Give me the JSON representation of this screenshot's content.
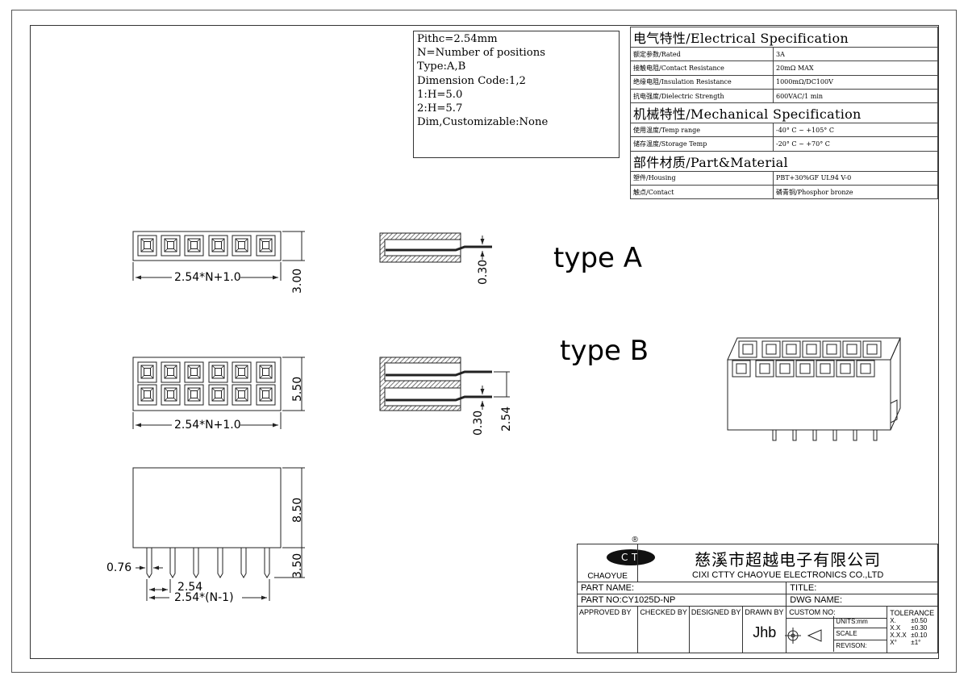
{
  "notes": [
    "Pithc=2.54mm",
    "N=Number of positions",
    "Type:A,B",
    "Dimension Code:1,2",
    "1:H=5.0",
    "2:H=5.7",
    "Dim,Customizable:None"
  ],
  "spec": {
    "electrical_title": "电气特性/Electrical Specification",
    "electrical_rows": [
      {
        "label": "额定参数/Rated",
        "value": "3A"
      },
      {
        "label": "接触电阻/Contact Resistance",
        "value": "20mΩ MAX"
      },
      {
        "label": "绝缘电阻/Insulation Resistance",
        "value": "1000mΩ/DC100V"
      },
      {
        "label": "抗电强度/Dielectric Strength",
        "value": "600VAC/1 min"
      }
    ],
    "mechanical_title": "机械特性/Mechanical Specification",
    "mechanical_rows": [
      {
        "label": "使用温度/Temp range",
        "value": "-40° C ~ +105° C"
      },
      {
        "label": "储存温度/Storage Temp",
        "value": "-20° C ~ +70° C"
      }
    ],
    "material_title": "部件材质/Part&Material",
    "material_rows": [
      {
        "label": "塑件/Housing",
        "value": "PBT+30%GF  UL94  V-0"
      },
      {
        "label": "触点/Contact",
        "value": "磷青铜/Phosphor bronze"
      }
    ]
  },
  "labels": {
    "type_a": "type A",
    "type_b": "type B"
  },
  "dims": {
    "width_a": "2.54*N+1.0",
    "height_a": "3.00",
    "width_b": "2.54*N+1.0",
    "height_b": "5.50",
    "side_a_thk": "0.30",
    "side_b_thk": "0.30",
    "side_b_pitch": "2.54",
    "body_h": "8.50",
    "pin_h": "3.50",
    "pin_w": "0.76",
    "pitch": "2.54",
    "span": "2.54*(N-1)"
  },
  "title_block": {
    "logo_text": "CHAOYUE",
    "logo_mark": "®",
    "company_cn": "慈溪市超越电子有限公司",
    "company_en": "CIXI CTTY CHAOYUE ELECTRONICS CO.,LTD",
    "part_name_label": "PART NAME:",
    "title_label": "TITLE:",
    "part_no_label": "PART NO:CY1025D-NP",
    "dwg_name_label": "DWG NAME:",
    "approved_by": "APPROVED BY",
    "checked_by": "CHECKED BY",
    "designed_by": "DESIGNED BY",
    "drawn_by": "DRAWN BY",
    "drawn_by_value": "Jhb",
    "custom_no": "CUSTOM NO:",
    "units": "UNITS:mm",
    "scale": "SCALE",
    "revison": "REVISON:",
    "tolerance_title": "TOLERANCE",
    "tolerance_rows": [
      {
        "k": "X.",
        "v": "±0.50"
      },
      {
        "k": "X.X",
        "v": "±0.30"
      },
      {
        "k": "X.X.X",
        "v": "±0.10"
      },
      {
        "k": "X°",
        "v": "±1°"
      }
    ]
  },
  "colors": {
    "line": "#222222",
    "hatch": "#888888"
  }
}
